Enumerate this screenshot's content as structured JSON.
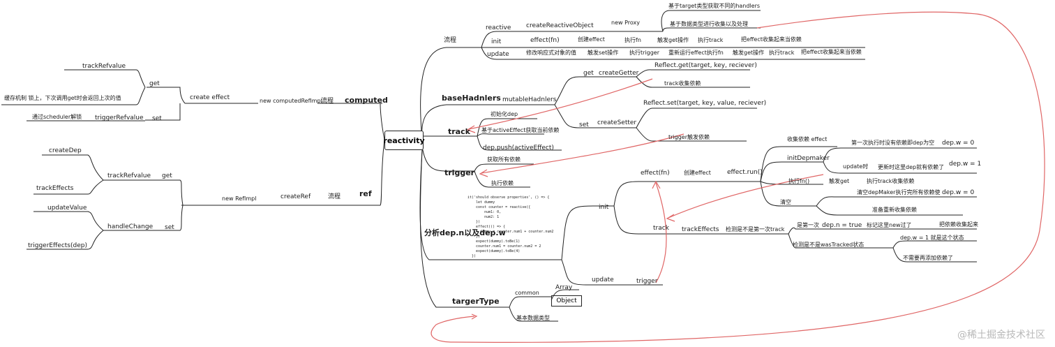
{
  "root": "reactivity",
  "labels": {
    "computed": "computed",
    "computed_flow": "流程",
    "new_computed": "new computedRefImpl",
    "create_effect": "create effect",
    "get": "get",
    "set": "set",
    "track_ref_value": "trackRefvalue",
    "trigger_ref_value": "triggerRefvalue",
    "cache_note": "缓存机制  锁上，下次调用get时会返回上次的值",
    "scheduler_note": "通过scheduler解锁",
    "ref": "ref",
    "ref_flow": "流程",
    "create_ref": "createRef",
    "new_ref": "new RefImpl",
    "ref_get": "get",
    "ref_set": "set",
    "ref_track_ref_value": "trackRefvalue",
    "create_dep": "createDep",
    "track_effects": "trackEffects",
    "update_value": "updateValue",
    "handle_change": "handleChange",
    "trigger_effects_dep": "triggerEffects(dep)",
    "flow": "流程",
    "reactive": "reactive",
    "create_reactive_object": "createReactiveObject",
    "new_proxy": "new Proxy",
    "by_target_type": "基于target类型获取不同的handlers",
    "by_data_type": "基于数据类型进行收集以及处理",
    "init": "init",
    "effect_fn": "effect(fn)",
    "create_effect_cn": "创建effect",
    "run_fn": "执行fn",
    "trigger_get": "触发get操作",
    "do_track": "执行track",
    "collect_effect": "把effect收集起来当依赖",
    "update": "update",
    "modify_value": "修改响应式对象的值",
    "trigger_set": "触发set操作",
    "do_trigger": "执行trigger",
    "rerun_effect": "重新运行effect执行fn",
    "trigger_get2": "触发get操作",
    "do_track2": "执行track",
    "collect_effect2": "把effect收集起来当依赖",
    "base_handlers": "baseHadnlers",
    "mutable_handlers": "mutableHadnlers",
    "bh_get": "get",
    "create_getter": "createGetter",
    "reflect_get": "Reflect.get(target, key, reciever)",
    "track_collect": "track收集依赖",
    "bh_set": "set",
    "create_setter": "createSetter",
    "reflect_set": "Reflect.set(target, key, value, reciever)",
    "trigger_collect": "trigger触发依赖",
    "track": "track",
    "init_dep": "初始化dep",
    "by_active_effect": "基于activeEffect获取当前依赖",
    "dep_push": "dep.push(activeEffect)",
    "trigger": "trigger",
    "get_all_deps": "获取所有依赖",
    "run_deps": "执行依赖",
    "analyze": "分析dep.n以及dep.w",
    "an_init": "init",
    "an_effect_fn": "effect(fn)",
    "an_create_effect": "创建effect",
    "effect_run": "effect.run()",
    "collect_effect3": "收集依赖 effect",
    "first_run_empty": "第一次执行时没有依赖即dep为空",
    "dep_w_0": "dep.w = 0",
    "init_dep_marker": "initDepmaker",
    "update_time": "update时",
    "update_has_dep": "更新时这里dep就有依赖了",
    "dep_w_1": "dep.w = 1",
    "run_fn2": "执行fn()",
    "trigger_get3": "触发get",
    "do_track_collect": "执行track收集依赖",
    "clear": "清空",
    "clear_desc": "清空depMaker执行完所有依赖使",
    "dep_w_0b": "dep.w = 0",
    "prepare_recollect": "准备重新收集依赖",
    "an_track": "track",
    "an_track_effects": "trackEffects",
    "detect_first": "检测是不是第一次track",
    "is_first": "是第一次",
    "dep_n_true": "dep.n = true",
    "mark_new": "标记这里new过了",
    "collect_up": "把依赖收集起来",
    "detect_tracked": "检测是不是wasTracked状态",
    "dep_w_1b": "dep.w = 1 就是这个状态",
    "no_need": "不需要再添加依赖了",
    "an_update": "update",
    "an_trigger": "trigger",
    "target_type": "targerType",
    "common": "common",
    "array": "Array",
    "object": "Object",
    "primitive": "基本数据类型",
    "code": "it('should observe properties', () => {\n    let dummy\n    const counter = reactive({\n        num1: 0,\n        num2: 1\n    })\n    effect(() => {\n      dummy = counter.num1 + counter.num2\n    })\n    expect(dummy).toBe(1)\n    counter.num1 = counter.num2 = 2\n    expect(dummy).toBe(4)\n  })",
    "watermark": "@稀土掘金技术社区"
  },
  "colors": {
    "ink": "#222222",
    "accent_red": "#e06666",
    "watermark": "#b8b8b8"
  }
}
